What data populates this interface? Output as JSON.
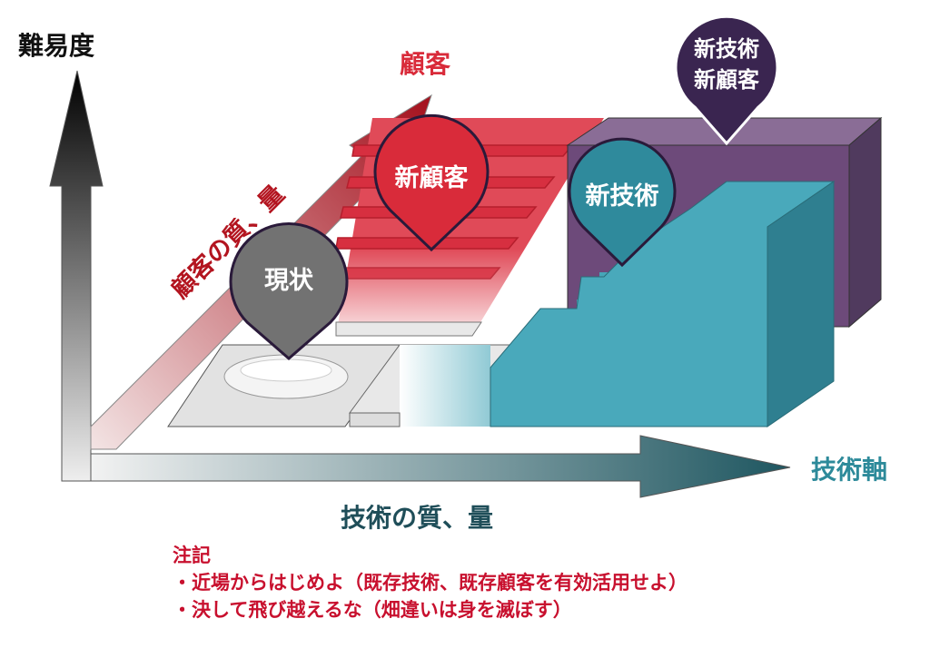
{
  "axes": {
    "vertical_label": "難易度",
    "horizontal_label": "技術軸",
    "horizontal_arrow_label": "技術の質、量",
    "diagonal_top_label": "顧客",
    "diagonal_arrow_label": "顧客の質、量"
  },
  "pins": {
    "current": "現状",
    "new_customer": "新顧客",
    "new_technology": "新技術",
    "new_both_line1": "新技術",
    "new_both_line2": "新顧客"
  },
  "notes": {
    "title": "注記",
    "items": [
      "・近場からはじめよ（既存技術、既存顧客を有効活用せよ）",
      "・決して飛び越えるな（畑違いは身を滅ぼす）"
    ]
  },
  "colors": {
    "red": "#d92b3a",
    "purple": "#6b4a78",
    "teal": "#3e9aac",
    "dark_purple": "#3a2550",
    "note_red": "#c8102e"
  }
}
